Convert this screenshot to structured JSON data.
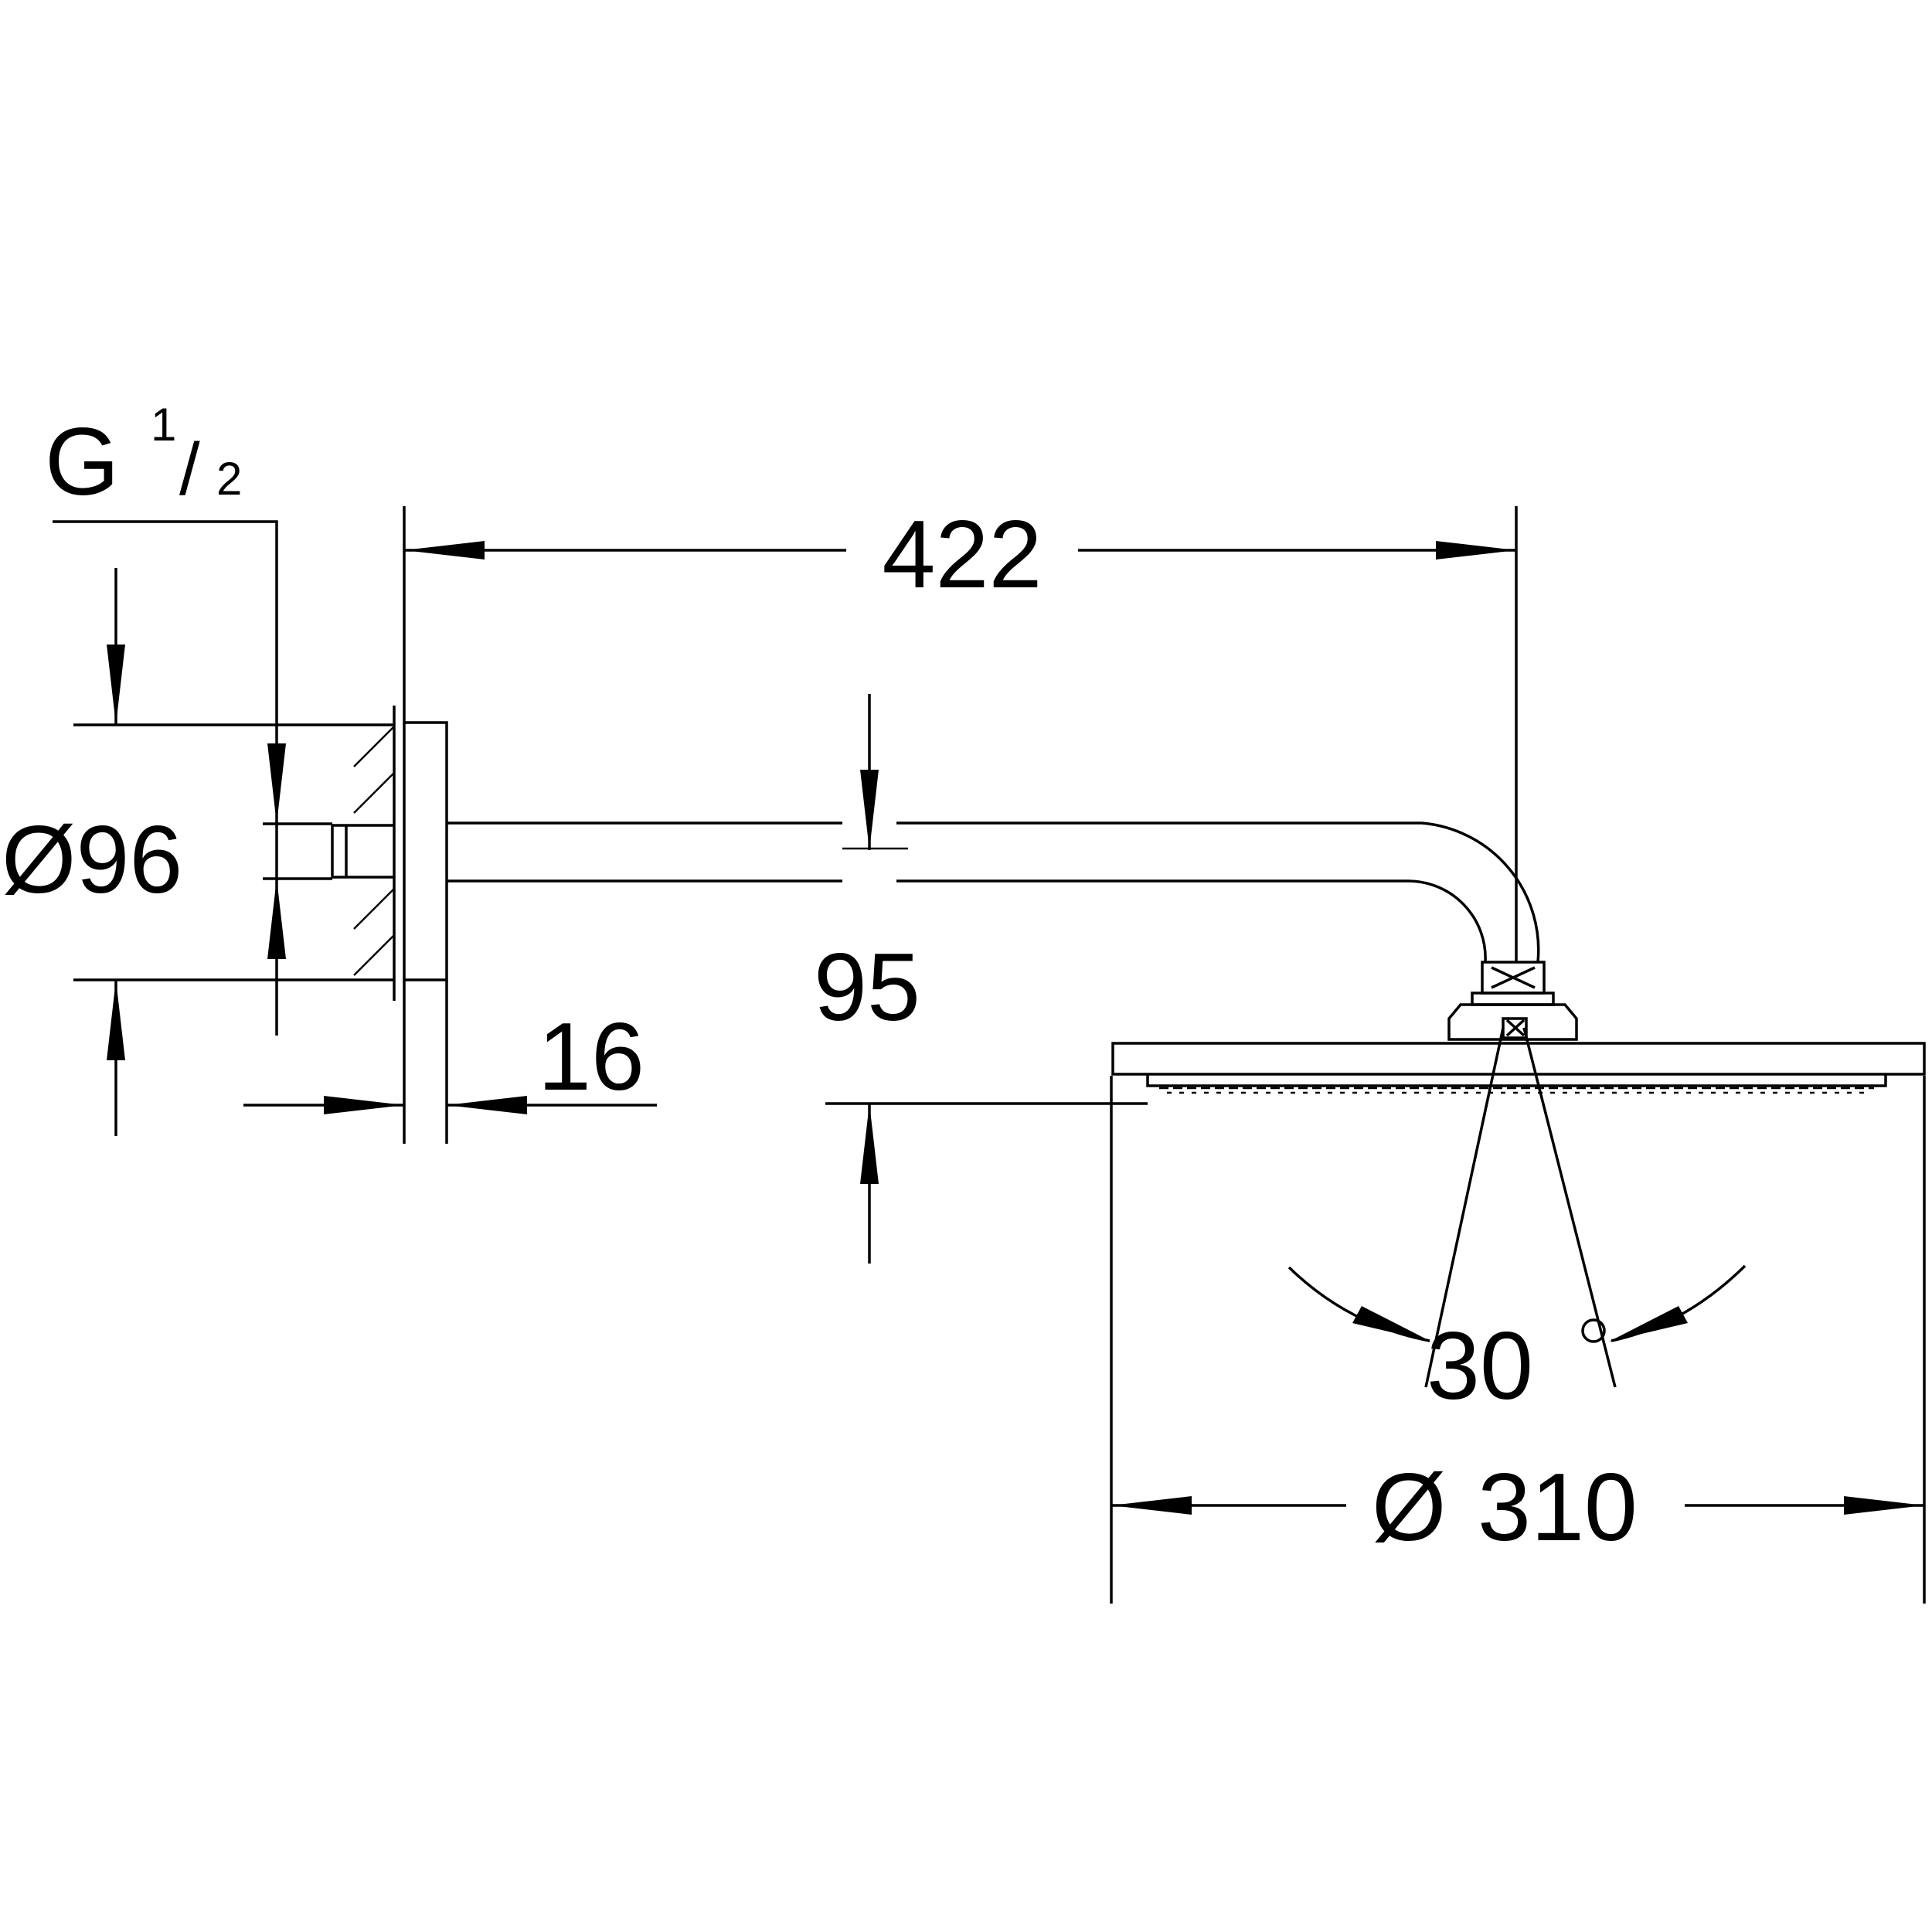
{
  "dimensions": {
    "thread": "G",
    "thread_num": "1",
    "thread_slash": "/",
    "thread_den": "2",
    "flange_diameter": "Ø96",
    "arm_length": "422",
    "arm_drop": "95",
    "flange_depth": "16",
    "tilt_angle": "30",
    "degree_symbol": "°",
    "head_diameter_symbol": "Ø",
    "head_diameter_value": "310"
  }
}
